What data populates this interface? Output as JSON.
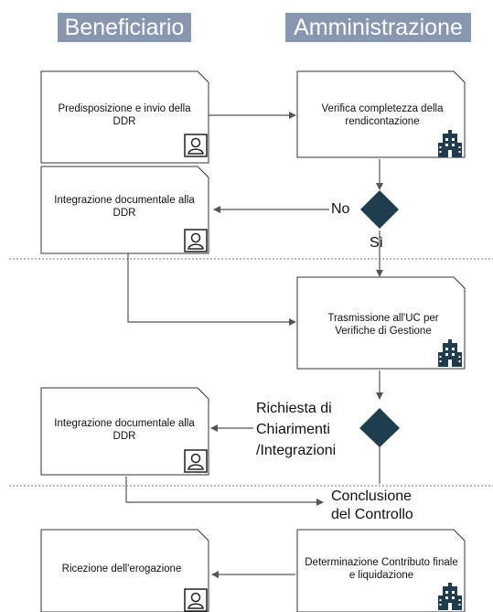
{
  "headers": {
    "beneficiario": "Beneficiario",
    "amministrazione": "Amministrazione"
  },
  "nodes": {
    "predisposizione": "Predisposizione e invio della DDR",
    "verifica": "Verifica completezza della rendicontazione",
    "integrazione1": "Integrazione documentale alla DDR",
    "trasmissione": "Trasmissione all'UC per Verifiche di Gestione",
    "integrazione2": "Integrazione documentale alla DDR",
    "ricezione": "Ricezione dell'erogazione",
    "determinazione": "Determinazione Contributo finale e liquidazione"
  },
  "edge_labels": {
    "no": "No",
    "si": "Sì",
    "richiesta_line1": "Richiesta di",
    "richiesta_line2": "Chiarimenti",
    "richiesta_line3": "/Integrazioni",
    "conclusione_line1": "Conclusione",
    "conclusione_line2": "del Controllo"
  },
  "icons": {
    "person": "person-icon",
    "building": "building-icon"
  },
  "colors": {
    "header_bg": "#8896b0",
    "decision": "#1f3d4d",
    "building": "#1f3d4d",
    "separator": "#5b7a8c",
    "line": "#555555"
  }
}
